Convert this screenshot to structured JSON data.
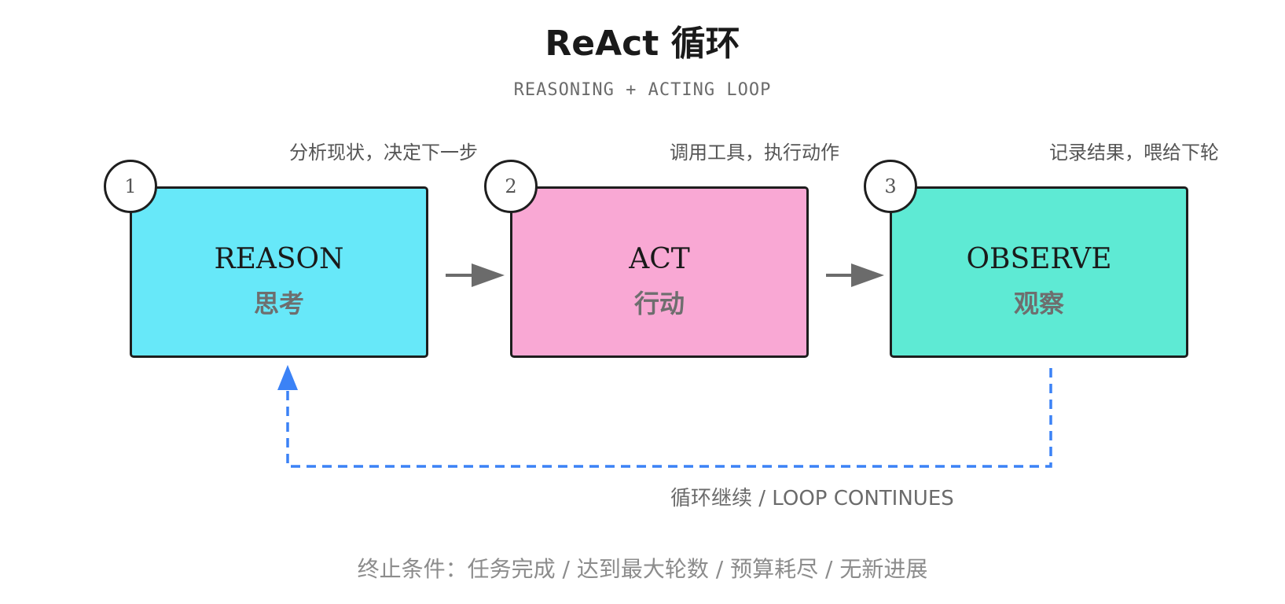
{
  "header": {
    "title": "ReAct 循环",
    "subtitle": "REASONING + ACTING LOOP"
  },
  "stages": [
    {
      "number": "1",
      "name_en": "REASON",
      "name_zh": "思考",
      "hint": "分析现状，决定下一步",
      "color": "#67e8f9"
    },
    {
      "number": "2",
      "name_en": "ACT",
      "name_zh": "行动",
      "hint": "调用工具，执行动作",
      "color": "#f9a8d4"
    },
    {
      "number": "3",
      "name_en": "OBSERVE",
      "name_zh": "观察",
      "hint": "记录结果，喂给下轮",
      "color": "#5eead4"
    }
  ],
  "loop": {
    "label": "循环继续 / LOOP CONTINUES",
    "color": "#3b82f6"
  },
  "footer": {
    "stop_conditions": "终止条件：任务完成 / 达到最大轮数 / 预算耗尽 / 无新进展"
  }
}
